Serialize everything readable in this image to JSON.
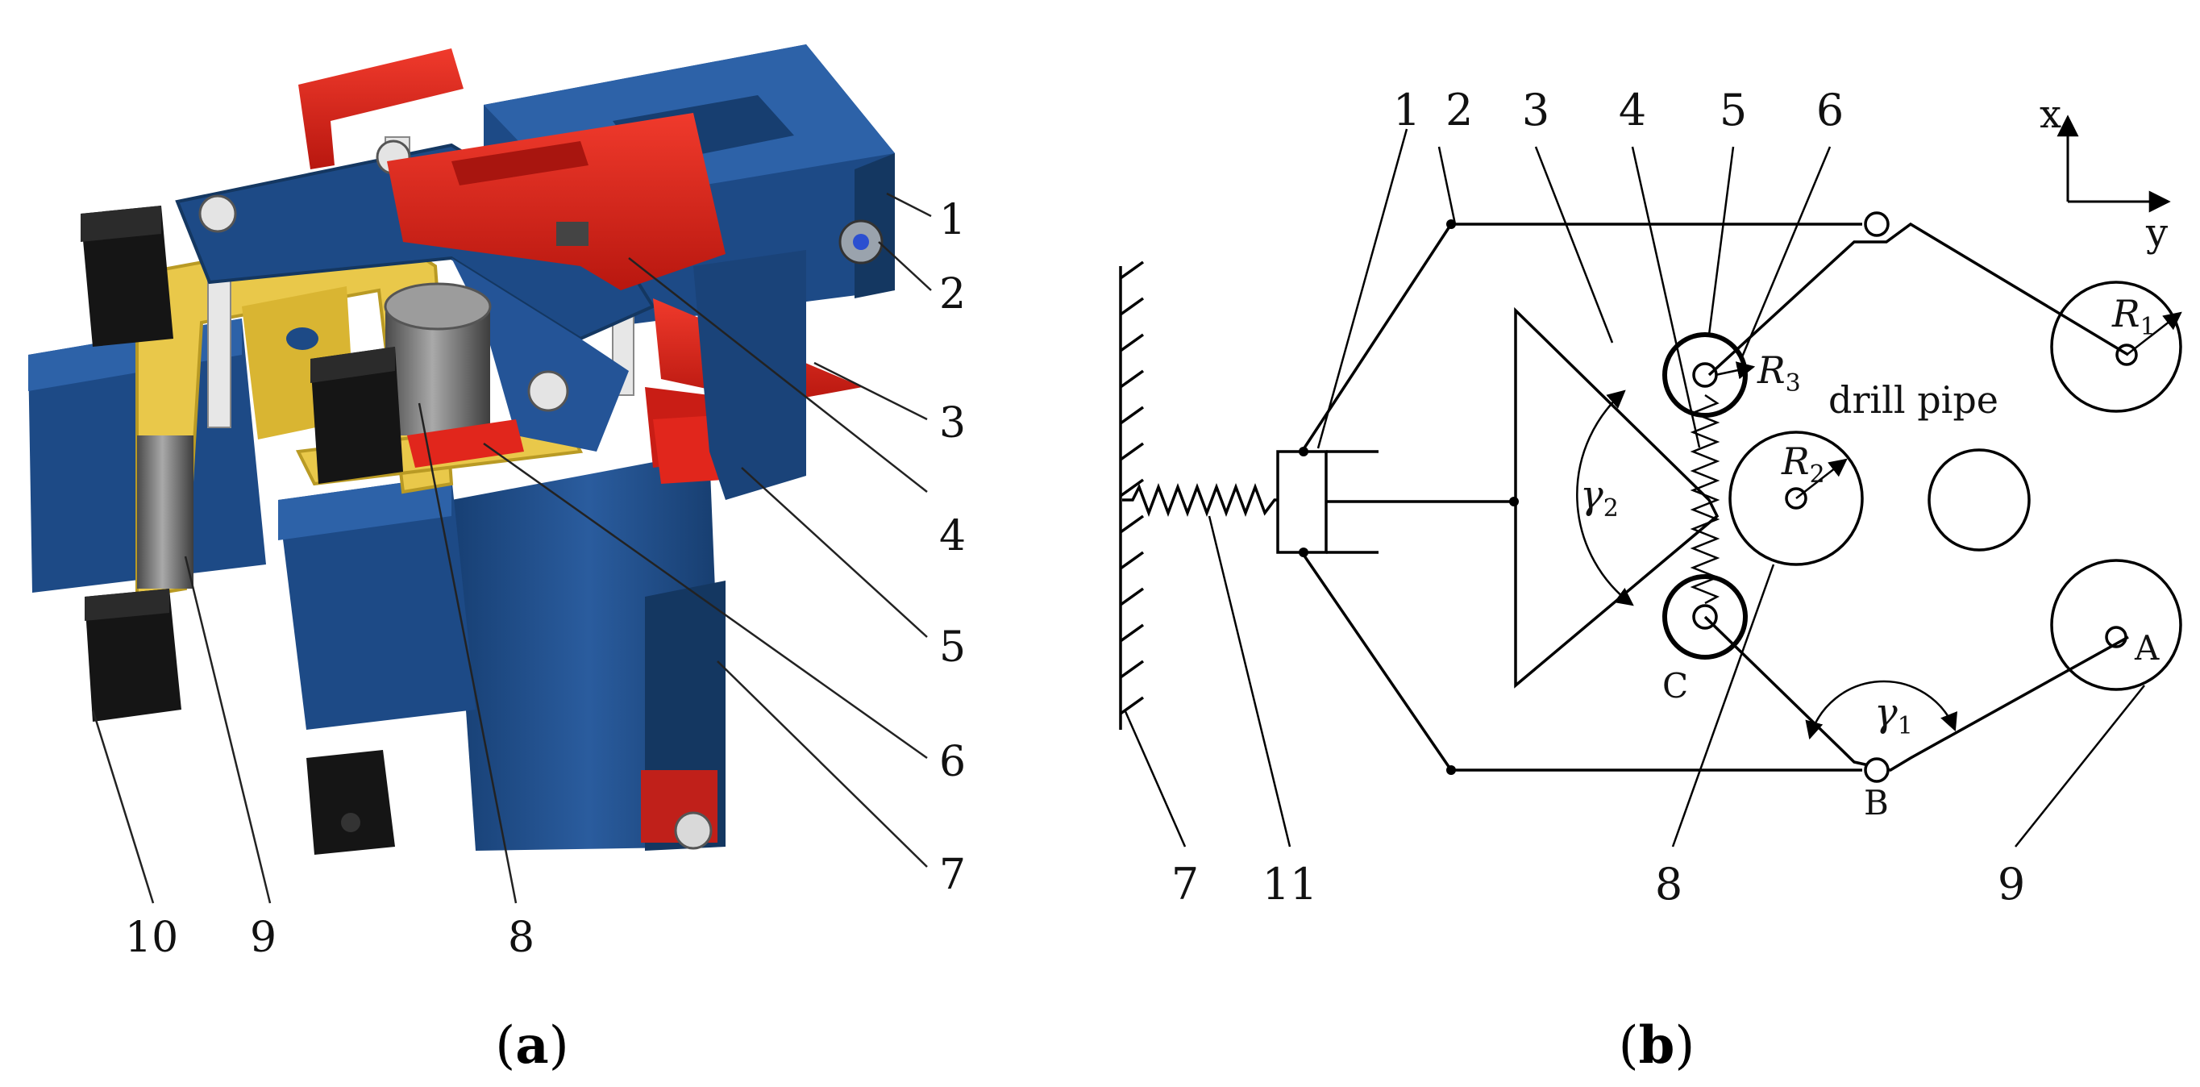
{
  "panel_a": {
    "part_labels": [
      "1",
      "2",
      "3",
      "4",
      "5",
      "6",
      "7",
      "8",
      "9",
      "10"
    ],
    "caption_open": "(",
    "caption_letter": "a",
    "caption_close": ")",
    "colors": {
      "body": "#1d4a86",
      "body_dark": "#143761",
      "body_light": "#2d62a8",
      "accent_red": "#e1261c",
      "accent_red_dark": "#a8150f",
      "yellow": "#e9c84a",
      "yellow_dark": "#b99a24",
      "motor_black": "#151515",
      "motor_grey": "#7d7d7d"
    }
  },
  "panel_b": {
    "part_labels": [
      "1",
      "2",
      "3",
      "4",
      "5",
      "6",
      "7",
      "11",
      "8",
      "9"
    ],
    "axis_x": "x",
    "axis_y": "y",
    "r1_letter": "R",
    "r1_sub": "1",
    "r2_letter": "R",
    "r2_sub": "2",
    "r3_letter": "R",
    "r3_sub": "3",
    "gamma1_letter": "γ",
    "gamma1_sub": "1",
    "gamma2_letter": "γ",
    "gamma2_sub": "2",
    "drill_pipe": "drill pipe",
    "point_a": "A",
    "point_b": "B",
    "point_c": "C",
    "caption_open": "(",
    "caption_letter": "b",
    "caption_close": ")"
  }
}
